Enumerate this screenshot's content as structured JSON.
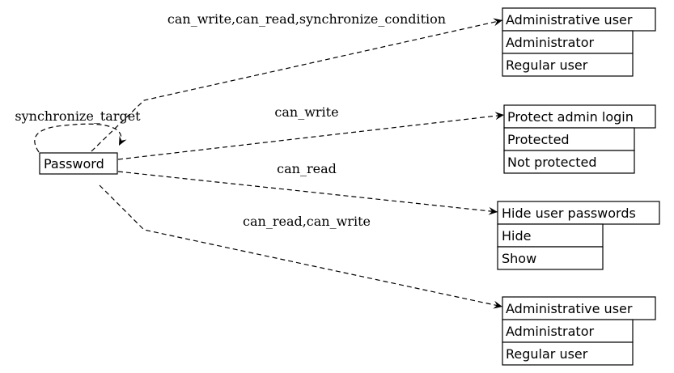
{
  "source": {
    "label": "Password"
  },
  "edges": [
    {
      "label": "can_write,can_read,synchronize_condition"
    },
    {
      "label": "can_write"
    },
    {
      "label": "can_read"
    },
    {
      "label": "can_read,can_write"
    },
    {
      "label": "synchronize_target"
    }
  ],
  "targets": [
    {
      "title": "Administrative user",
      "options": [
        "Administrator",
        "Regular user"
      ]
    },
    {
      "title": "Protect admin login",
      "options": [
        "Protected",
        "Not protected"
      ]
    },
    {
      "title": "Hide user passwords",
      "options": [
        "Hide",
        "Show"
      ]
    },
    {
      "title": "Administrative user",
      "options": [
        "Administrator",
        "Regular user"
      ]
    }
  ]
}
